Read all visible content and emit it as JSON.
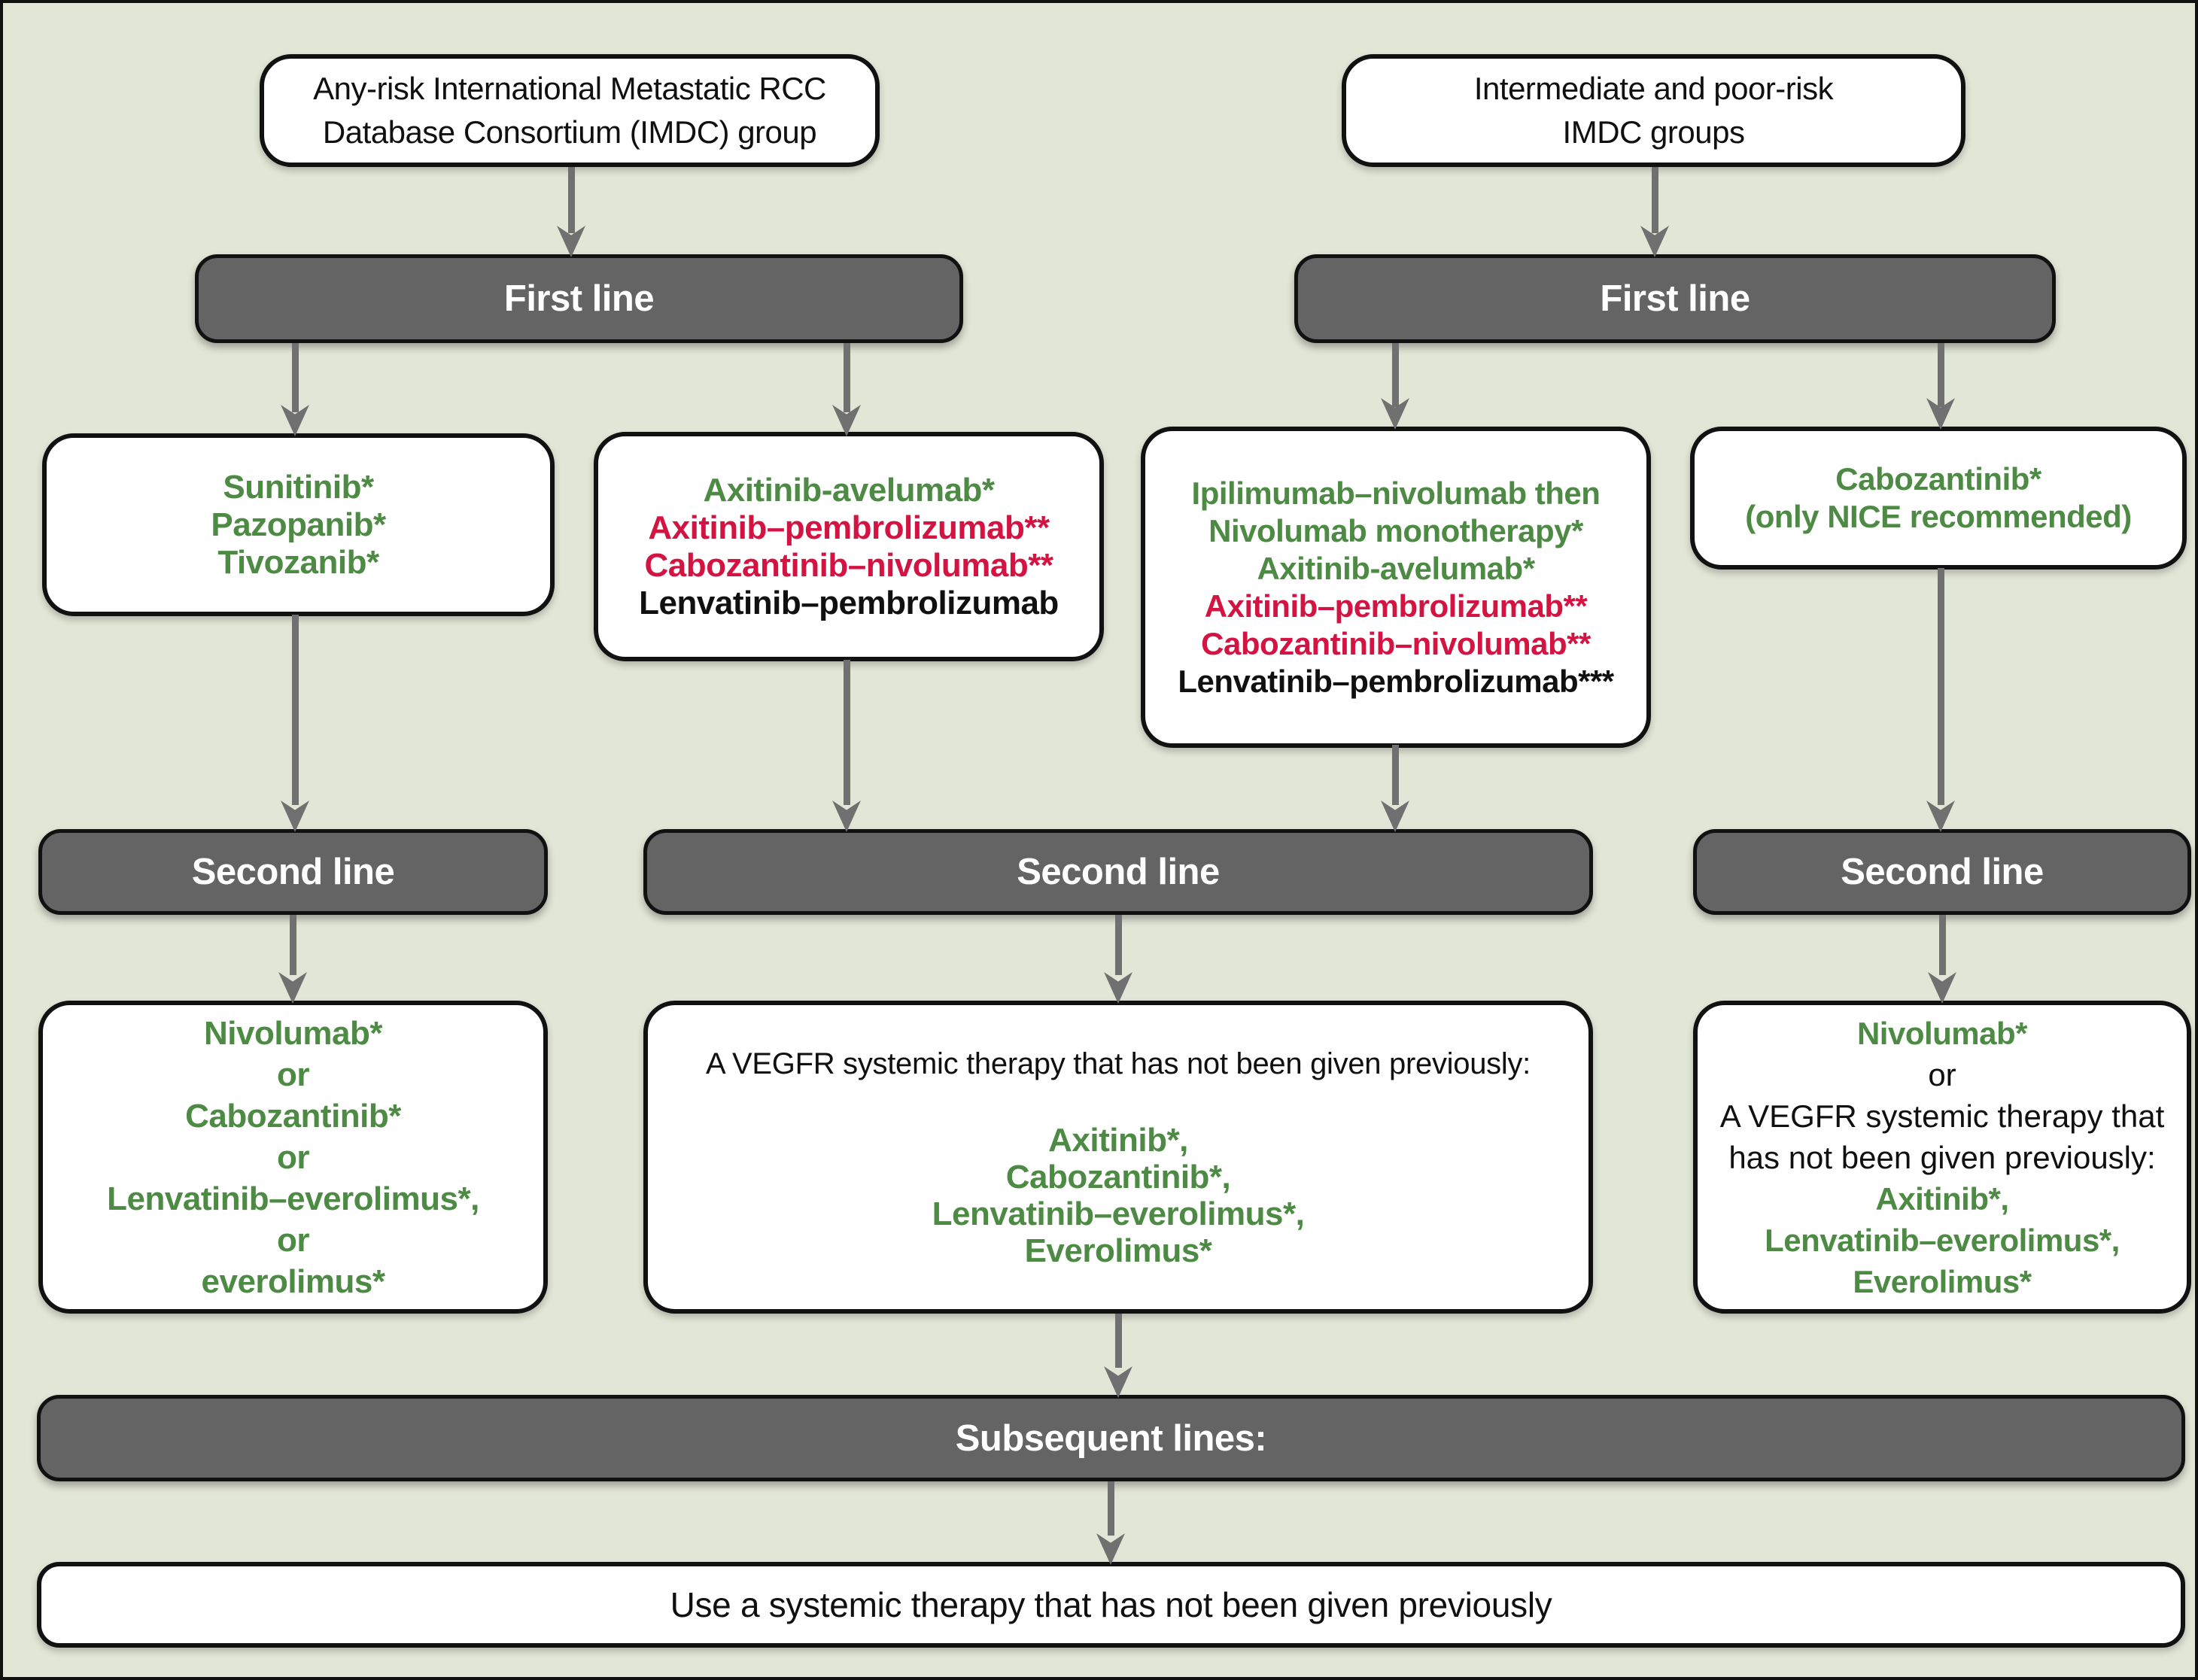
{
  "palette": {
    "background": "#e2e6d6",
    "box_fill": "#ffffff",
    "bar_fill": "#646464",
    "bar_text": "#ffffff",
    "border": "#111111",
    "black": "#101010",
    "green": "#4d8b44",
    "red": "#d31442",
    "arrow": "#707070"
  },
  "top": {
    "left_box": {
      "line1": "Any-risk International Metastatic RCC",
      "line2": "Database Consortium (IMDC) group"
    },
    "right_box": {
      "line1": "Intermediate and poor-risk",
      "line2": "IMDC groups"
    }
  },
  "bars": {
    "first_line": "First line",
    "second_line": "Second line",
    "subsequent_lines": "Subsequent lines:"
  },
  "first_line_options": {
    "any_risk_monotherapies": {
      "items": [
        {
          "text": "Sunitinib*",
          "color": "green"
        },
        {
          "text": "Pazopanib*",
          "color": "green"
        },
        {
          "text": "Tivozanib*",
          "color": "green"
        }
      ]
    },
    "any_risk_combinations": {
      "items": [
        {
          "text": "Axitinib-avelumab*",
          "color": "green"
        },
        {
          "text": "Axitinib–pembrolizumab**",
          "color": "red"
        },
        {
          "text": "Cabozantinib–nivolumab**",
          "color": "red"
        },
        {
          "text": "Lenvatinib–pembrolizumab",
          "color": "black"
        }
      ]
    },
    "intermediate_poor_combinations": {
      "items": [
        {
          "text": "Ipilimumab–nivolumab then",
          "color": "green"
        },
        {
          "text": "Nivolumab monotherapy*",
          "color": "green"
        },
        {
          "text": "Axitinib-avelumab*",
          "color": "green"
        },
        {
          "text": "Axitinib–pembrolizumab**",
          "color": "red"
        },
        {
          "text": "Cabozantinib–nivolumab**",
          "color": "red"
        },
        {
          "text": "Lenvatinib–pembrolizumab***",
          "color": "black"
        }
      ]
    },
    "intermediate_poor_cabozantinib": {
      "items": [
        {
          "text": "Cabozantinib*",
          "color": "green"
        },
        {
          "text": "(only NICE recommended)",
          "color": "green"
        }
      ]
    }
  },
  "second_line_options": {
    "left": {
      "items": [
        {
          "text": "Nivolumab*",
          "color": "green"
        },
        {
          "text": "or",
          "color": "green"
        },
        {
          "text": "Cabozantinib*",
          "color": "green"
        },
        {
          "text": "or",
          "color": "green"
        },
        {
          "text": "Lenvatinib–everolimus*,",
          "color": "green"
        },
        {
          "text": "or",
          "color": "green"
        },
        {
          "text": "everolimus*",
          "color": "green"
        }
      ]
    },
    "middle": {
      "title": "A VEGFR systemic therapy that has not been given previously:",
      "items": [
        {
          "text": "Axitinib*,",
          "color": "green"
        },
        {
          "text": "Cabozantinib*,",
          "color": "green"
        },
        {
          "text": "Lenvatinib–everolimus*,",
          "color": "green"
        },
        {
          "text": "Everolimus*",
          "color": "green"
        }
      ]
    },
    "right": {
      "items": [
        {
          "text": "Nivolumab*",
          "color": "green"
        },
        {
          "text": "or",
          "color": "black"
        },
        {
          "text": "A VEGFR systemic therapy that",
          "color": "black"
        },
        {
          "text": "has not been given previously:",
          "color": "black"
        },
        {
          "text": "Axitinib*,",
          "color": "green"
        },
        {
          "text": "Lenvatinib–everolimus*,",
          "color": "green"
        },
        {
          "text": "Everolimus*",
          "color": "green"
        }
      ]
    }
  },
  "subsequent": {
    "final_note": "Use a systemic therapy that has not been given previously"
  }
}
